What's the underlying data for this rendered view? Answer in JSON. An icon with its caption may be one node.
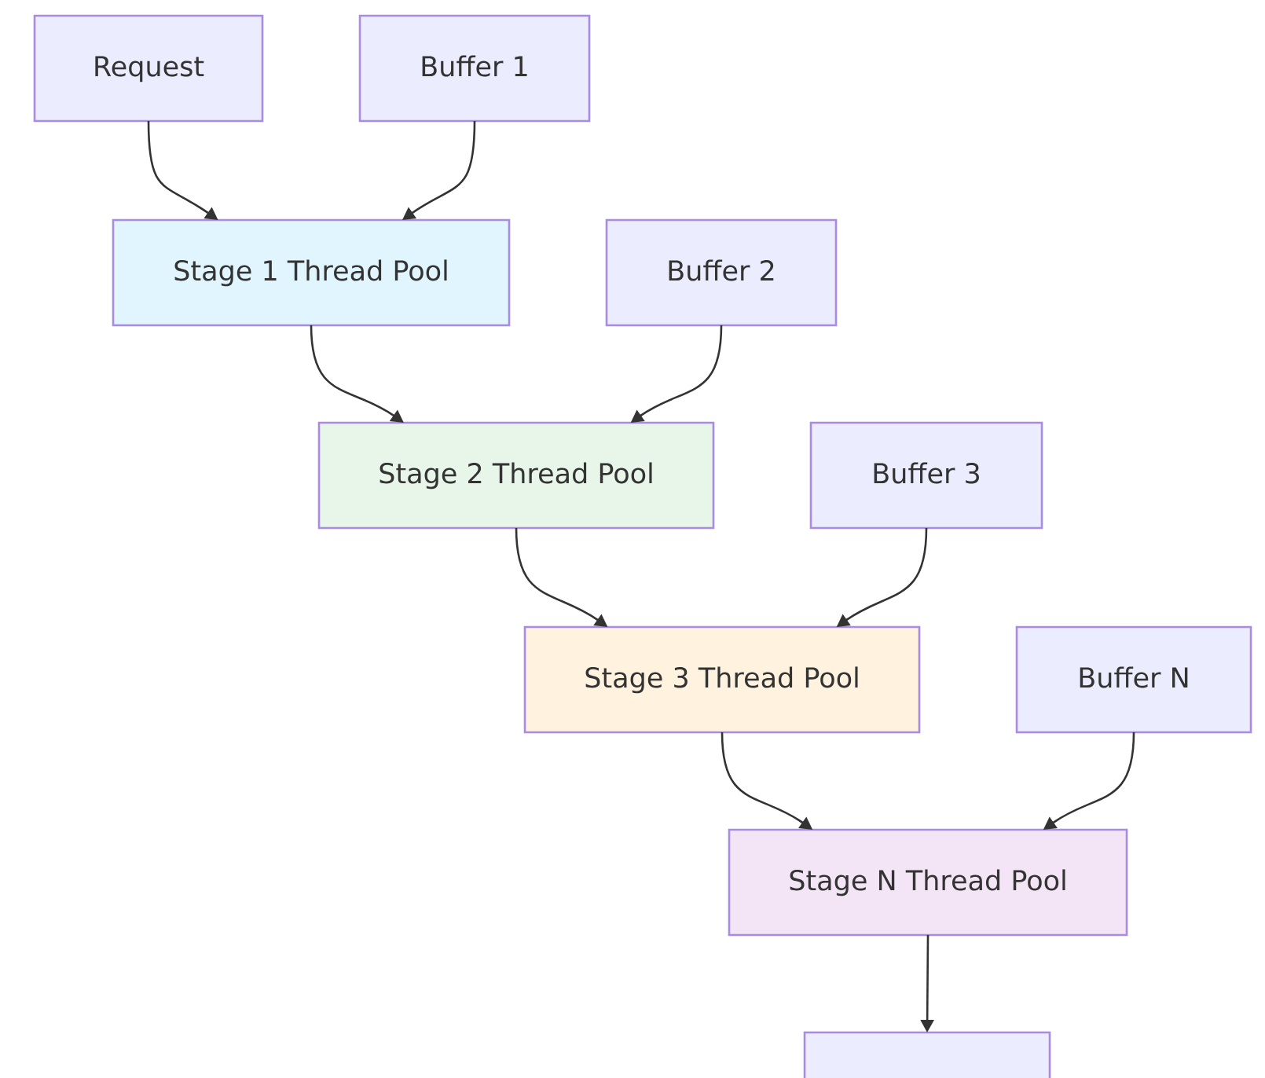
{
  "diagram": {
    "nodes": [
      {
        "text": [
          "Request"
        ]
      },
      {
        "text": [
          "Buffer 1"
        ]
      },
      {
        "text": [
          "Stage 1 Thread Pool"
        ]
      },
      {
        "text": [
          "Buffer 2"
        ]
      },
      {
        "text": [
          "Stage 2 Thread Pool"
        ]
      },
      {
        "text": [
          "Buffer 3"
        ]
      },
      {
        "text": [
          "Stage 3 Thread Pool"
        ]
      },
      {
        "text": [
          "Buffer N"
        ]
      },
      {
        "text": [
          "Stage N Thread Pool"
        ]
      },
      {
        "text": [],
        "shape": "box"
      }
    ],
    "edges": [
      {
        "from": 0,
        "to": 2,
        "arrow": "to"
      },
      {
        "from": 1,
        "to": 2,
        "arrow": "to"
      },
      {
        "from": 2,
        "to": 4,
        "arrow": "to"
      },
      {
        "from": 3,
        "to": 4,
        "arrow": "to"
      },
      {
        "from": 4,
        "to": 6,
        "arrow": "to"
      },
      {
        "from": 5,
        "to": 6,
        "arrow": "to"
      },
      {
        "from": 6,
        "to": 8,
        "arrow": "to"
      },
      {
        "from": 7,
        "to": 8,
        "arrow": "to"
      },
      {
        "from": 8,
        "to": 9,
        "arrow": "to"
      }
    ]
  }
}
